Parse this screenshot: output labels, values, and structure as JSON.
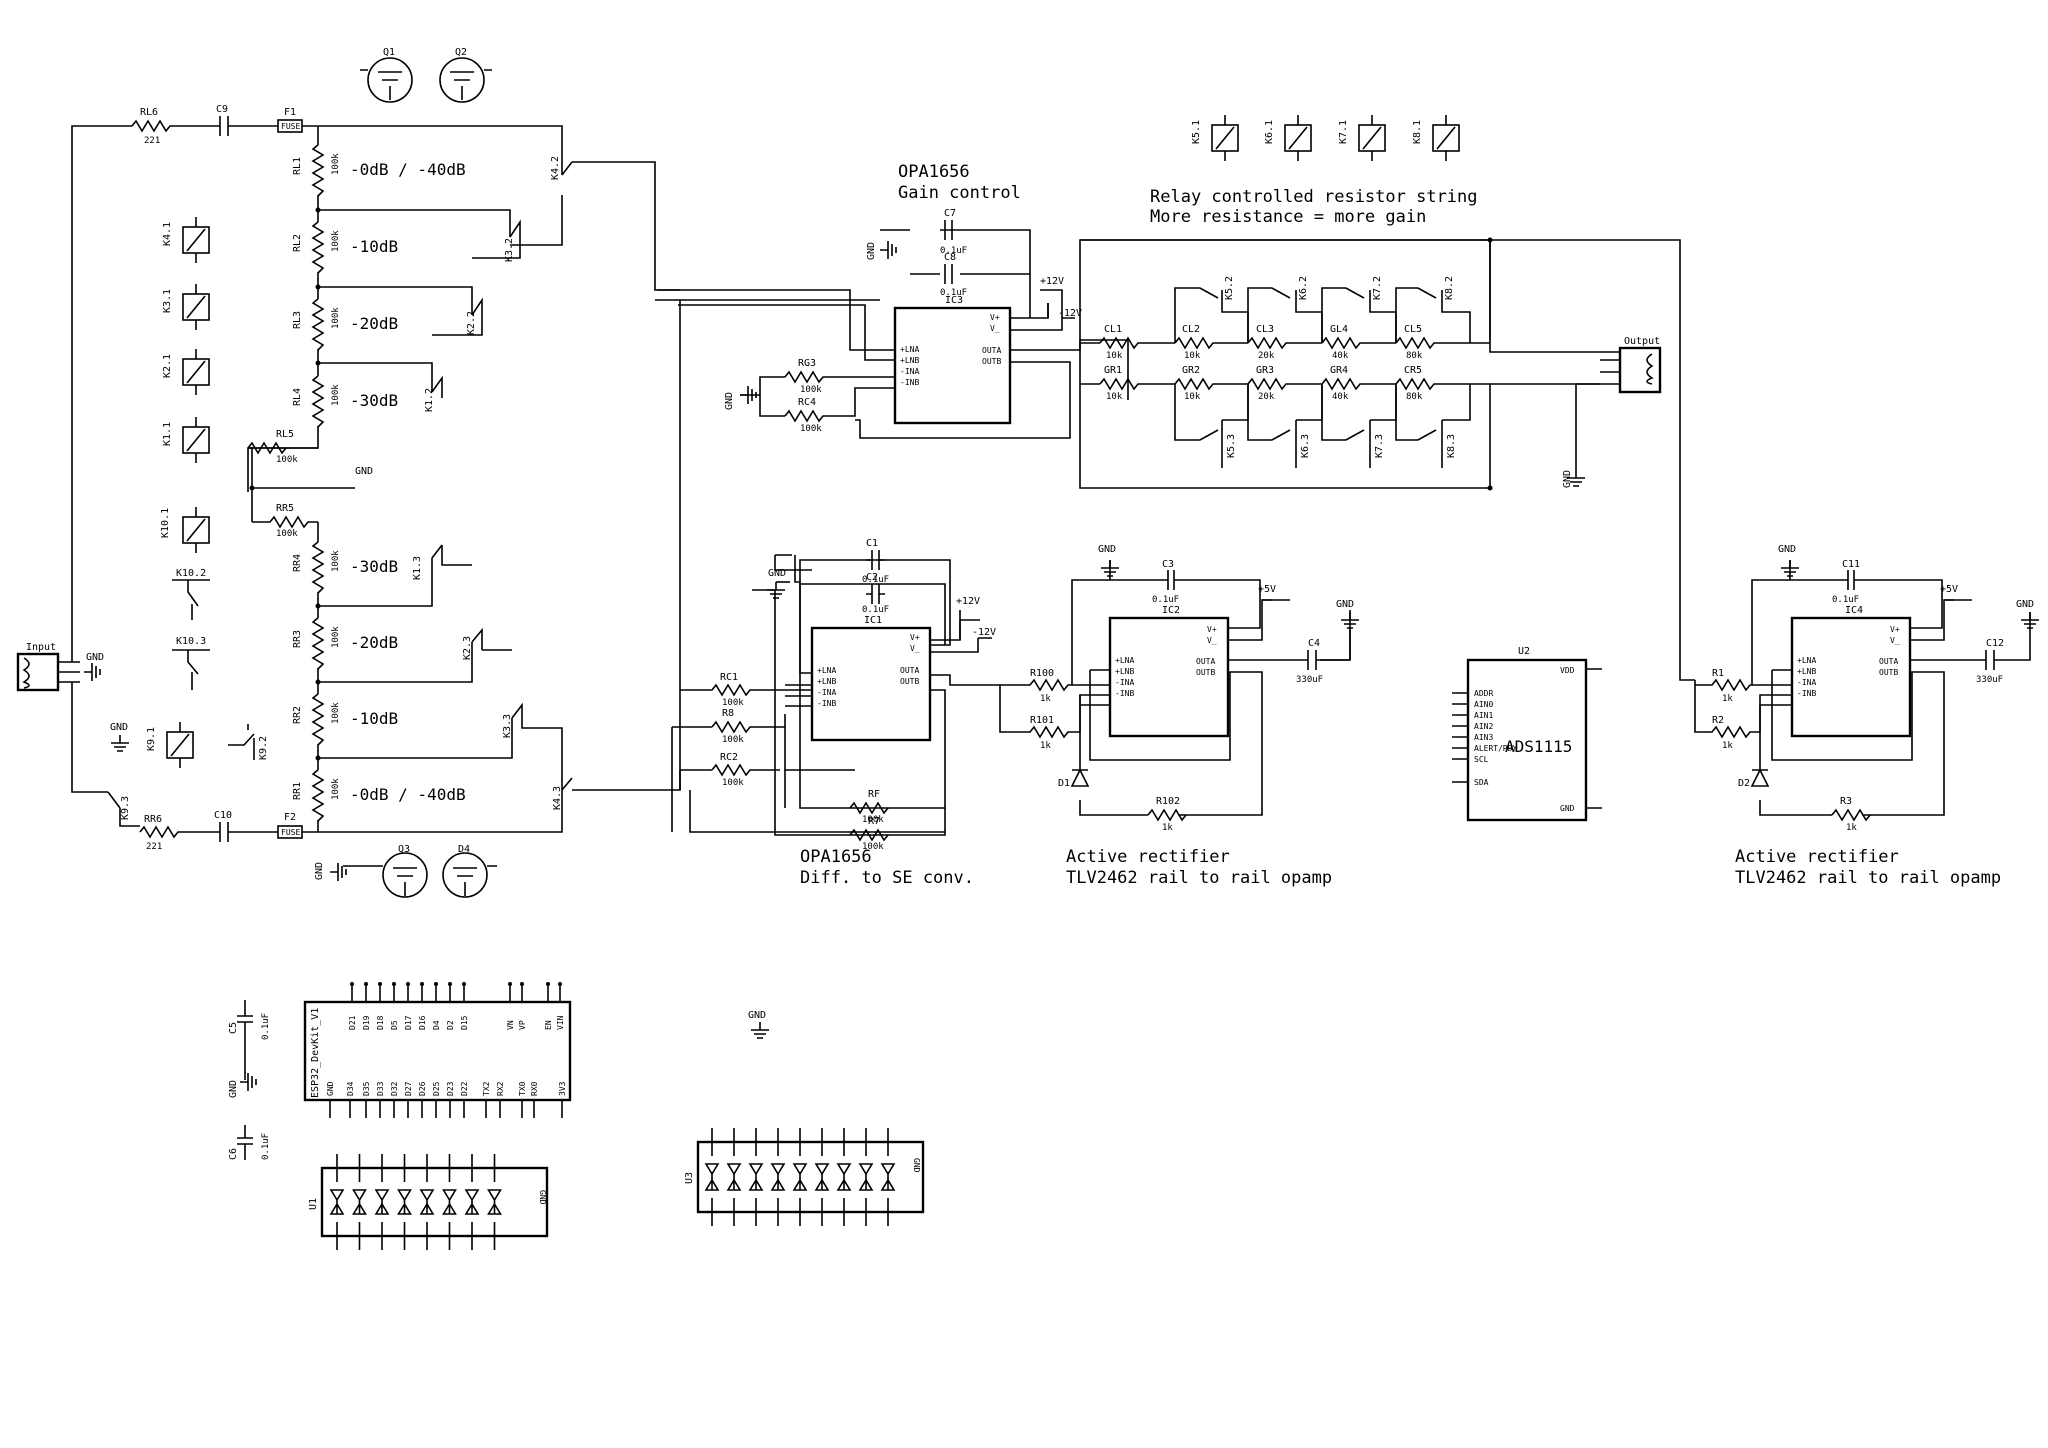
{
  "connectors": {
    "input": "Input",
    "output": "Output"
  },
  "attenuator": {
    "left": [
      {
        "ref": "RL1",
        "value": "100k",
        "label": "-0dB / -40dB"
      },
      {
        "ref": "RL2",
        "value": "100k",
        "label": "-10dB"
      },
      {
        "ref": "RL3",
        "value": "100k",
        "label": "-20dB"
      },
      {
        "ref": "RL4",
        "value": "100k",
        "label": "-30dB"
      }
    ],
    "right": [
      {
        "ref": "RR4",
        "value": "100k",
        "label": "-30dB"
      },
      {
        "ref": "RR3",
        "value": "100k",
        "label": "-20dB"
      },
      {
        "ref": "RR2",
        "value": "100k",
        "label": "-10dB"
      },
      {
        "ref": "RR1",
        "value": "100k",
        "label": "-0dB / -40dB"
      }
    ],
    "rl5": {
      "ref": "RL5",
      "value": "100k"
    },
    "rr5": {
      "ref": "RR5",
      "value": "100k"
    },
    "rl6": {
      "ref": "RL6",
      "value": "221"
    },
    "rr6": {
      "ref": "RR6",
      "value": "221"
    },
    "c9": "C9",
    "c10": "C10",
    "f1": "F1",
    "f2": "F2",
    "fuse": "FUSE",
    "relays": [
      "K4.1",
      "K3.1",
      "K2.1",
      "K1.1",
      "K10.1",
      "K9.1"
    ],
    "relay_contacts": [
      "K4.2",
      "K3.2",
      "K2.2",
      "K1.2",
      "K1.3",
      "K2.3",
      "K3.3",
      "K4.3",
      "K10.2",
      "K10.3",
      "K9.2",
      "K9.3"
    ],
    "transistors": [
      "Q1",
      "Q2",
      "Q3",
      "D4"
    ]
  },
  "gain_control": {
    "title_line1": "OPA1656",
    "title_line2": "Gain control",
    "ic": "IC3",
    "c7": {
      "ref": "C7",
      "value": "0.1uF"
    },
    "c8": {
      "ref": "C8",
      "value": "0.1uF"
    },
    "rg3": {
      "ref": "RG3",
      "value": "100k"
    },
    "rc4": {
      "ref": "RC4",
      "value": "100k"
    },
    "v_plus": "+12V",
    "v_minus": "-12V",
    "pins_left": [
      "+LNA",
      "+LNB",
      "-INA",
      "-INB"
    ],
    "pins_right": [
      "V+",
      "V_",
      "OUTA",
      "OUTB"
    ]
  },
  "resistor_string": {
    "note_line1": "Relay controlled resistor string",
    "note_line2": "More resistance = more gain",
    "relays": [
      "K5.1",
      "K6.1",
      "K7.1",
      "K8.1"
    ],
    "top_contacts": [
      "K5.2",
      "K6.2",
      "K7.2",
      "K8.2"
    ],
    "bottom_contacts": [
      "K5.3",
      "K6.3",
      "K7.3",
      "K8.3"
    ],
    "cl": [
      {
        "ref": "CL1",
        "value": "10k"
      },
      {
        "ref": "CL2",
        "value": "10k"
      },
      {
        "ref": "CL3",
        "value": "20k"
      },
      {
        "ref": "GL4",
        "value": "40k"
      },
      {
        "ref": "CL5",
        "value": "80k"
      }
    ],
    "gr": [
      {
        "ref": "GR1",
        "value": "10k"
      },
      {
        "ref": "GR2",
        "value": "10k"
      },
      {
        "ref": "GR3",
        "value": "20k"
      },
      {
        "ref": "GR4",
        "value": "40k"
      },
      {
        "ref": "CR5",
        "value": "80k"
      }
    ]
  },
  "diff_conv": {
    "title_line1": "OPA1656",
    "title_line2": "Diff. to SE conv.",
    "ic": "IC1",
    "c1": {
      "ref": "C1",
      "value": "0.1uF"
    },
    "c2": {
      "ref": "C2",
      "value": "0.1uF"
    },
    "rc1": {
      "ref": "RC1",
      "value": "100k"
    },
    "r8": {
      "ref": "R8",
      "value": "100k"
    },
    "rc2": {
      "ref": "RC2",
      "value": "100k"
    },
    "rf": {
      "ref": "RF",
      "value": "100k"
    },
    "r7": {
      "ref": "R7",
      "value": "100k"
    },
    "v_plus": "+12V",
    "v_minus": "-12V"
  },
  "rectifier1": {
    "title_line1": "Active rectifier",
    "title_line2": "TLV2462 rail to rail opamp",
    "ic": "IC2",
    "c3": {
      "ref": "C3",
      "value": "0.1uF"
    },
    "c4": {
      "ref": "C4",
      "value": "330uF"
    },
    "r100": {
      "ref": "R100",
      "value": "1k"
    },
    "r101": {
      "ref": "R101",
      "value": "1k"
    },
    "r102": {
      "ref": "R102",
      "value": "1k"
    },
    "d": "D1",
    "supply": "+5V"
  },
  "adc": {
    "ref": "U2",
    "name": "ADS1115",
    "pins": [
      "ADDR",
      "AIN0",
      "AIN1",
      "AIN2",
      "AIN3",
      "ALERT/RDY",
      "SCL",
      "SDA"
    ],
    "vdd": "VDD",
    "gnd": "GND"
  },
  "rectifier2": {
    "title_line1": "Active rectifier",
    "title_line2": "TLV2462 rail to rail opamp",
    "ic": "IC4",
    "c11": {
      "ref": "C11",
      "value": "0.1uF"
    },
    "c12": {
      "ref": "C12",
      "value": "330uF"
    },
    "r1": {
      "ref": "R1",
      "value": "1k"
    },
    "r2": {
      "ref": "R2",
      "value": "1k"
    },
    "r3": {
      "ref": "R3",
      "value": "1k"
    },
    "d": "D2",
    "supply": "+5V"
  },
  "mcu": {
    "name": "ESP32_DevKit_V1",
    "top_pins": [
      "D21",
      "D19",
      "D18",
      "D5",
      "D17",
      "D16",
      "D4",
      "D2",
      "D15",
      "VN",
      "VP",
      "EN",
      "VIN"
    ],
    "bottom_pins": [
      "GND",
      "D34",
      "D35",
      "D33",
      "D32",
      "D27",
      "D26",
      "D25",
      "D23",
      "D22",
      "TX2",
      "RX2",
      "TX0",
      "RX0",
      "3V3"
    ],
    "c5": {
      "ref": "C5",
      "value": "0.1uF"
    },
    "c6": {
      "ref": "C6",
      "value": "0.1uF"
    }
  },
  "drivers": {
    "u1": "U1",
    "u3": "U3"
  },
  "labels": {
    "gnd": "GND"
  }
}
